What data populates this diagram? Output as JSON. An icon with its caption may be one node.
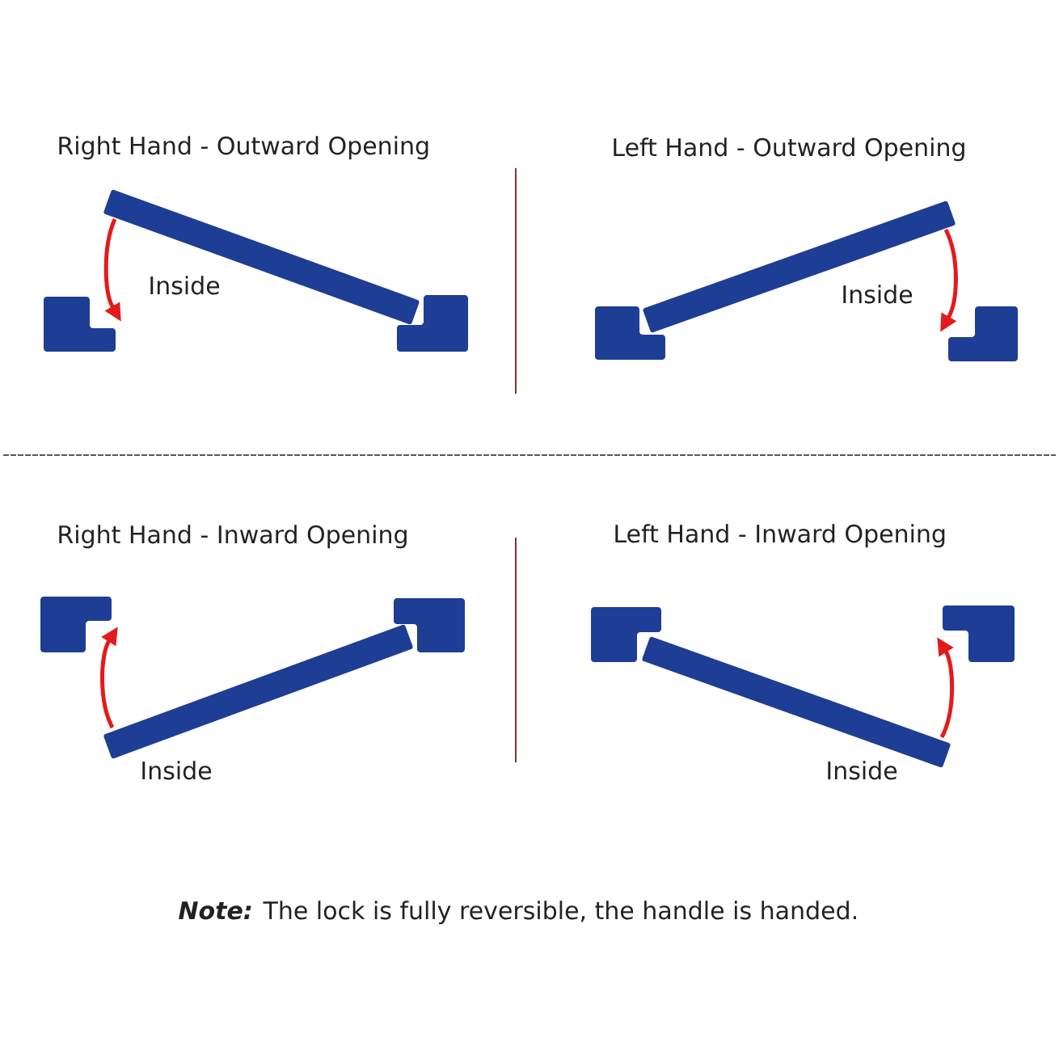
{
  "diagram": {
    "labels": [
      "Right Hand - Outward Opening",
      "Left Hand - Outward Opening",
      "Inside",
      "Inside",
      "Right Hand - Inward Opening",
      "Left Hand - Inward Opening",
      "Inside",
      "Inside",
      "**Note:** The lock is fully reversible, the handle is handed."
    ]
  }
}
